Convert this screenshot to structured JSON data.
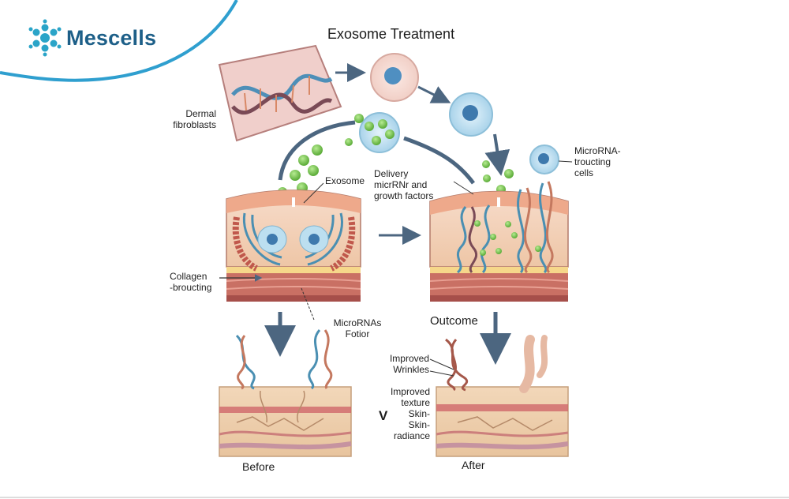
{
  "brand": {
    "name": "Mescells",
    "logo_icon": "cell-cluster-icon",
    "colors": {
      "primary": "#1d5f88",
      "accent": "#2aa4c8"
    }
  },
  "diagram": {
    "title": "Exosome Treatment",
    "labels": {
      "dermal_fibroblasts": "Dermal\nfibroblasts",
      "exosome": "Exosome",
      "delivery": "Delivery\nmicrRNr and\ngrowth factors",
      "microrna_troucting": "MicroRNA-\ntroucting\ncells",
      "collagen_broucting": "Collagen\n-broucting",
      "micrornas_fotior": "MicroRNAs\nFotior",
      "outcome": "Outcome",
      "improved_wrinkles": "Improved\nWrinkles",
      "improved_texture": "Improved\ntexture\nSkin-\nSkin-\nradiance",
      "versus_mark": "V",
      "before": "Before",
      "after": "After"
    },
    "colors": {
      "skin": "#f3d6c0",
      "dermis": "#c9706a",
      "fat": "#f5e0b2",
      "exosome_green": "#7cc95a",
      "cell_blue": "#bcdff0",
      "arrow": "#4c6680"
    }
  }
}
